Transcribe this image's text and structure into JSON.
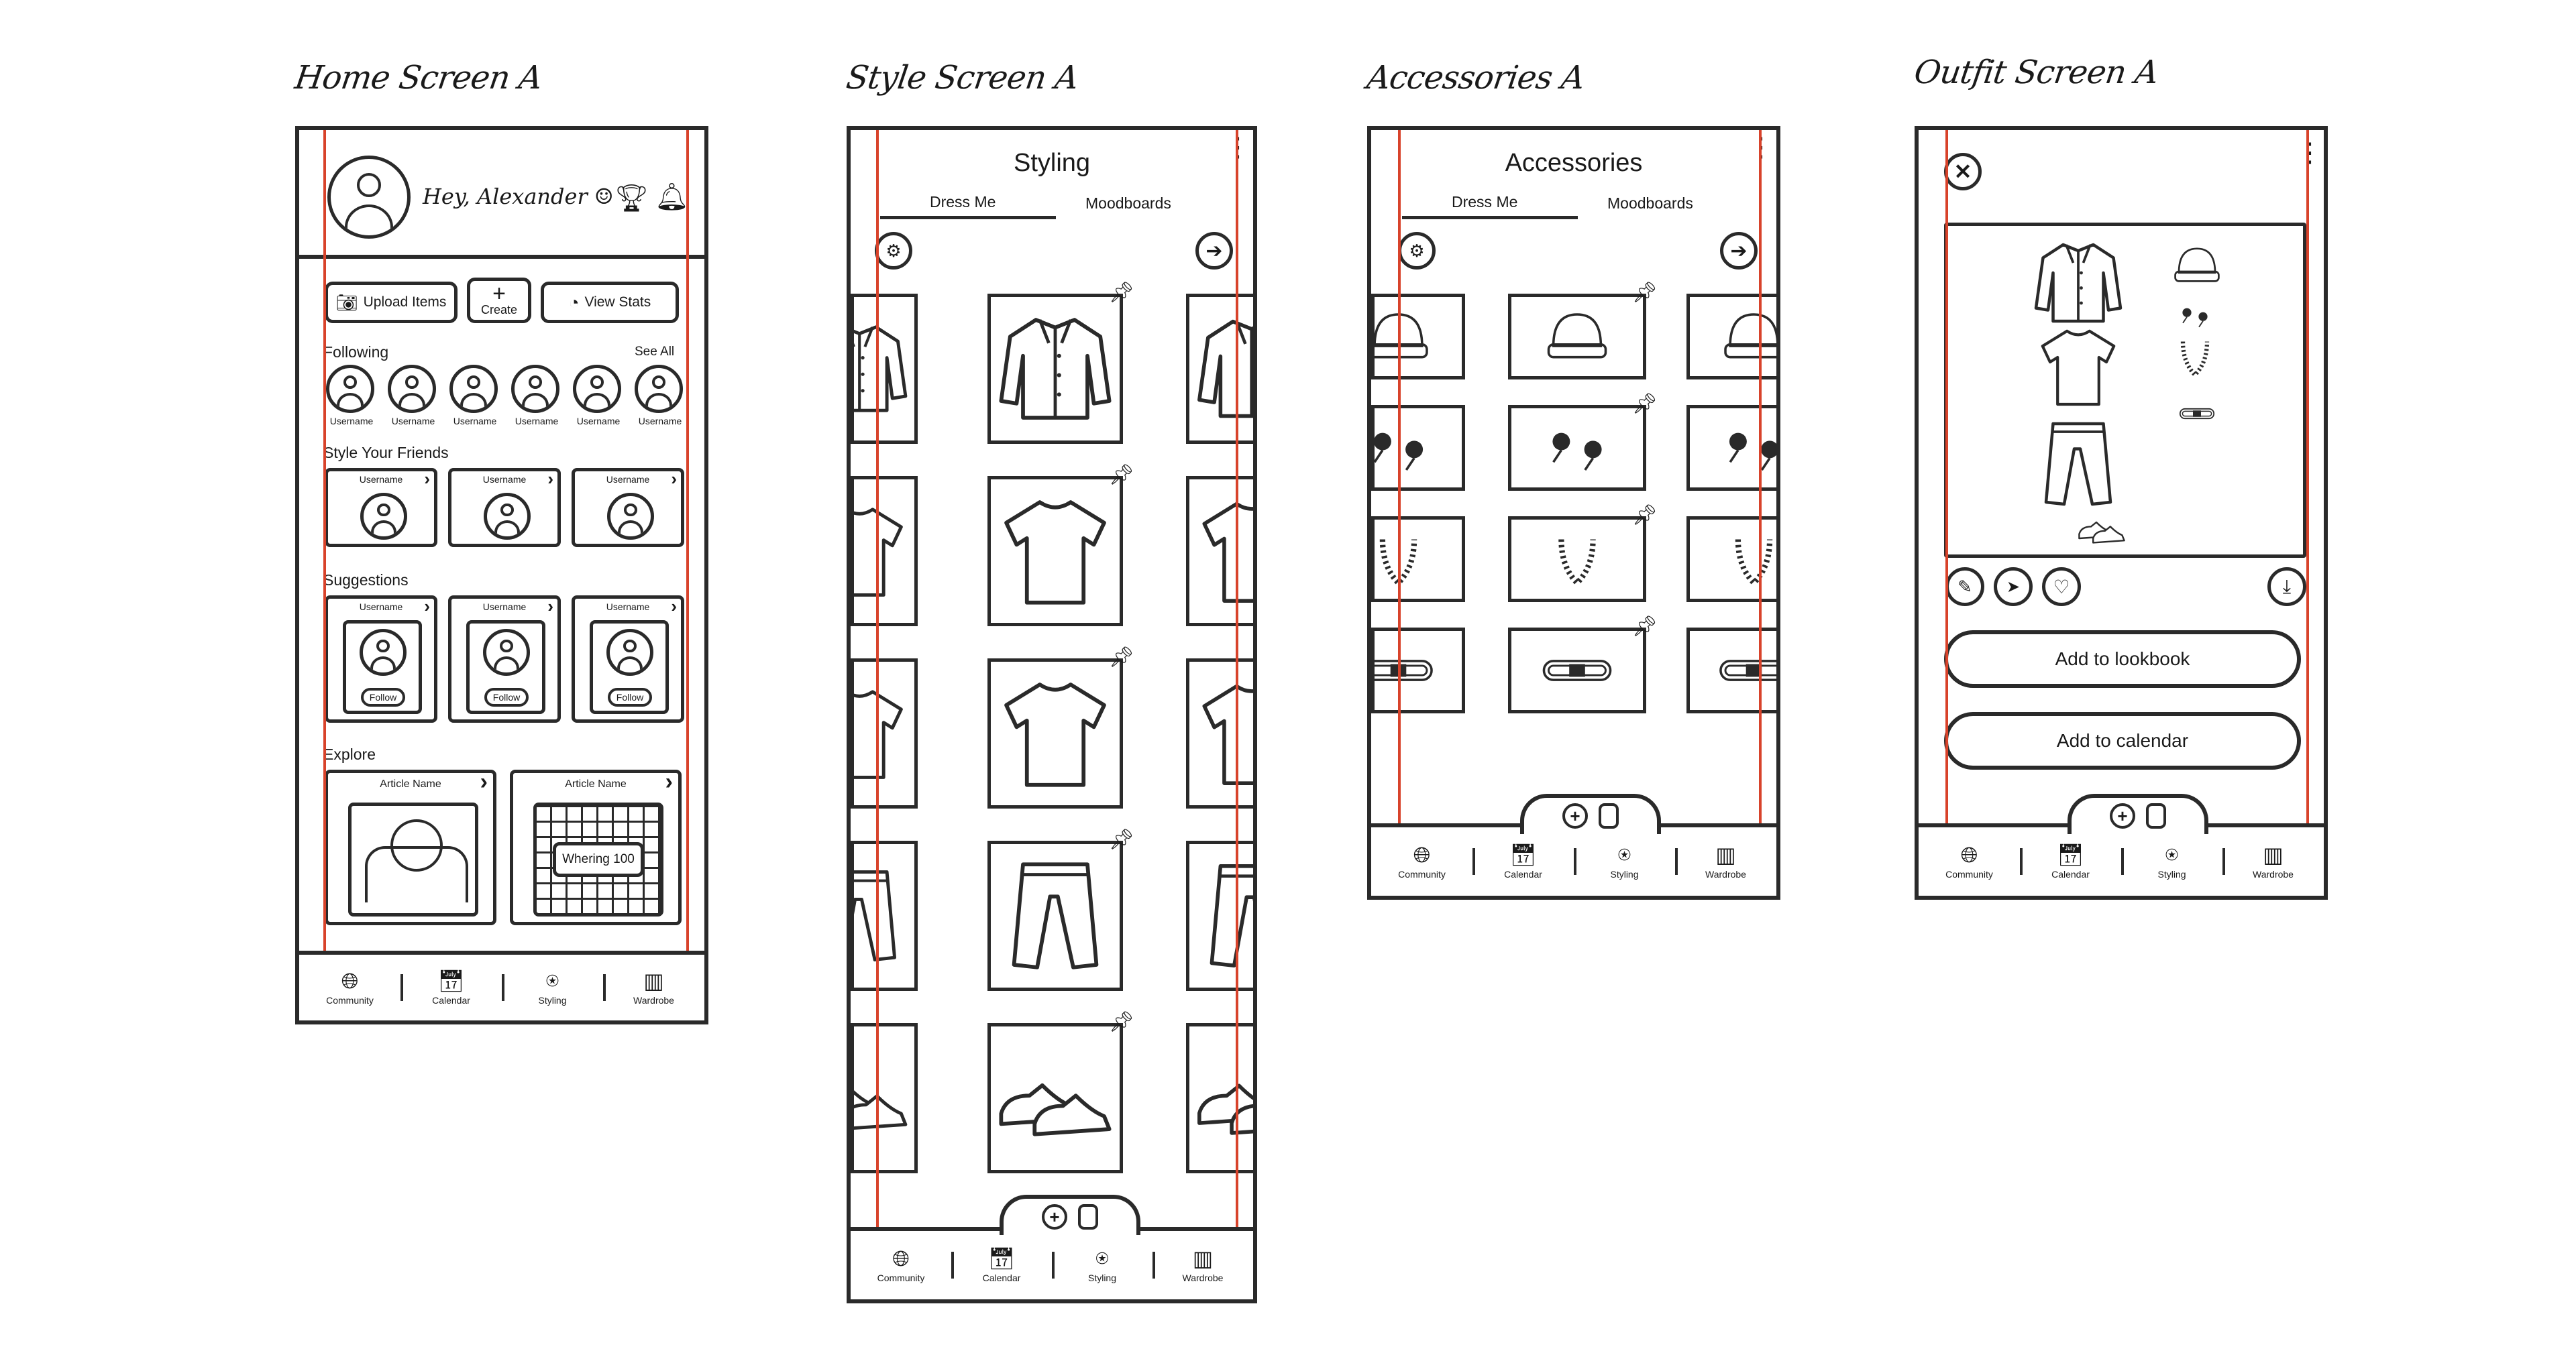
{
  "screens": {
    "home": {
      "title": "Home Screen A",
      "greeting": "Hey, Alexander ☺",
      "actions": {
        "upload": "Upload Items",
        "create": "Create",
        "stats": "View Stats"
      },
      "following_label": "Following",
      "see_all": "See All",
      "following_users": [
        "Username",
        "Username",
        "Username",
        "Username",
        "Username",
        "Username"
      ],
      "friends_label": "Style Your Friends",
      "friends": [
        "Username",
        "Username",
        "Username"
      ],
      "suggestions_label": "Suggestions",
      "suggestions": [
        "Username",
        "Username",
        "Username"
      ],
      "follow_label": "Follow",
      "explore_label": "Explore",
      "articles": [
        "Article Name",
        "Article Name"
      ],
      "article_badge": "Whering 100"
    },
    "style": {
      "title": "Style Screen A",
      "header": "Styling",
      "tab_dress_me": "Dress Me",
      "tab_moodboards": "Moodboards",
      "rows": [
        "jacket",
        "tshirt",
        "tshirt",
        "pants",
        "sneakers"
      ]
    },
    "accessories": {
      "title": "Accessories A",
      "header": "Accessories",
      "tab_dress_me": "Dress Me",
      "tab_moodboards": "Moodboards",
      "rows": [
        "hat",
        "earrings",
        "necklace",
        "belt"
      ]
    },
    "outfit": {
      "title": "Outfit Screen A",
      "add_lookbook": "Add to lookbook",
      "add_calendar": "Add to calendar"
    }
  },
  "nav": {
    "community": "Community",
    "calendar": "Calendar",
    "styling": "Styling",
    "wardrobe": "Wardrobe"
  },
  "icons": [
    "profile-icon",
    "trophy-icon",
    "bell-icon",
    "camera-icon",
    "plus-icon",
    "chart-icon",
    "globe-icon",
    "calendar-icon",
    "hanger-icon",
    "wardrobe-icon",
    "filter-icon",
    "arrow-right-icon",
    "pin-icon",
    "close-icon",
    "more-vert-icon",
    "edit-icon",
    "send-icon",
    "heart-icon",
    "download-icon"
  ],
  "colors": {
    "sketch": "#2a2a2a",
    "guide": "#d8432b",
    "paper": "#ffffff"
  }
}
